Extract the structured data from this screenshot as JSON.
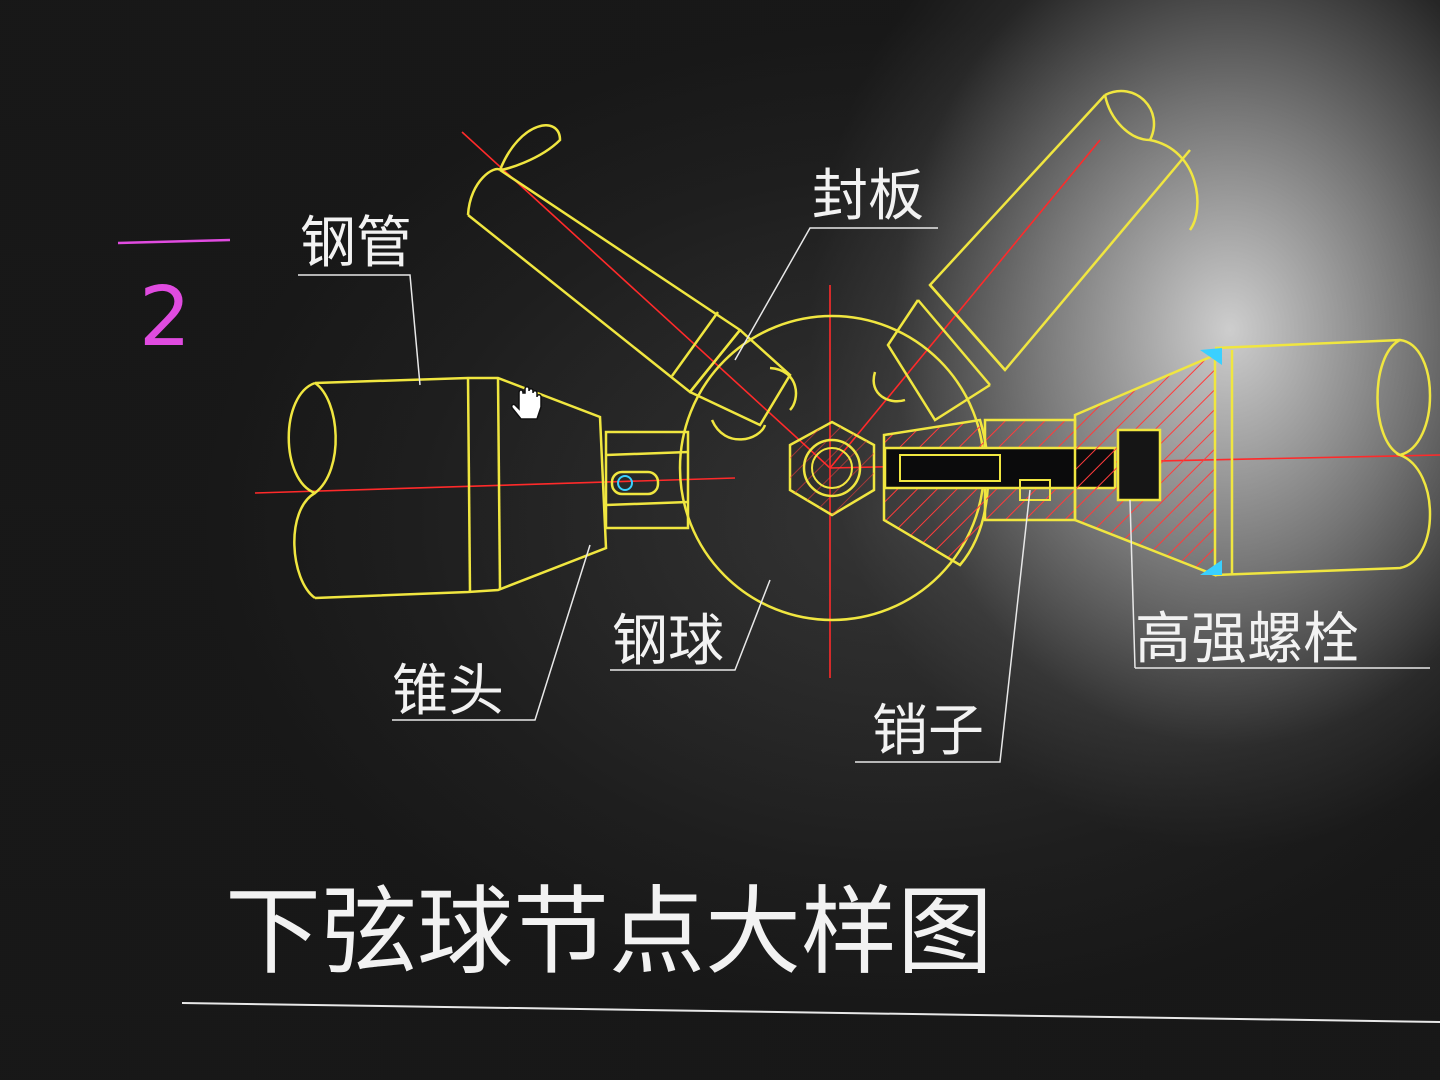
{
  "drawing": {
    "detail_number": "2",
    "title": "下弦球节点大样图"
  },
  "labels": {
    "steel_pipe": "钢管",
    "cover_plate": "封板",
    "cone_head": "锥头",
    "steel_ball": "钢球",
    "pin": "销子",
    "high_strength_bolt": "高强螺栓"
  },
  "colors": {
    "outline": "#f0e640",
    "centerline": "#ff2a2a",
    "hatch": "#ff3b3b",
    "leader": "#e8e8e8",
    "tag": "#e04be0",
    "accent": "#3ad0ff"
  },
  "icons": {
    "cursor": "hand-pointer-icon"
  }
}
